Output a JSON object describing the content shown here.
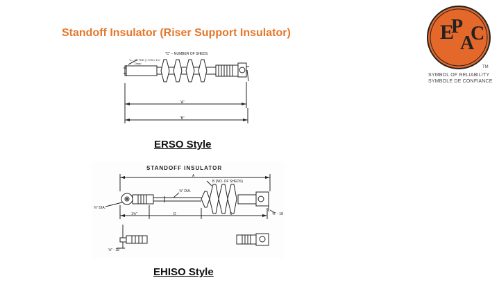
{
  "page": {
    "title": "Standoff Insulator (Riser Support Insulator)"
  },
  "logo": {
    "letters": [
      "E",
      "P",
      "A",
      "C"
    ],
    "trademark": "TM",
    "tagline_en": "SYMBOL OF RELIABILITY",
    "tagline_fr": "SYMBOLE DE CONFIANCE",
    "color": "#e4682a"
  },
  "erso": {
    "caption": "ERSO Style",
    "label_sheds": "\"C\" – NUMBER OF SHEDS",
    "label_thread": "¾ – 10 THD (+.075 x 1¾\"",
    "label_thread2": "Deep",
    "dim_a": "\"A\"",
    "dim_b": "\"B\""
  },
  "ehiso": {
    "caption": "EHISO Style",
    "heading": "STANDOFF INSULATOR",
    "dim_a": "A",
    "label_sheds": "B (NO. OF SHEDS)",
    "label_dia_rod": "⅝\" DIA.",
    "label_dia_eye": "⅝\" DIA.",
    "dim_left": "1⅝\"",
    "dim_d": "D",
    "dim_c": "C",
    "label_thread": "⅝\" - 18",
    "label_thread2": "⅝\" - 18"
  }
}
